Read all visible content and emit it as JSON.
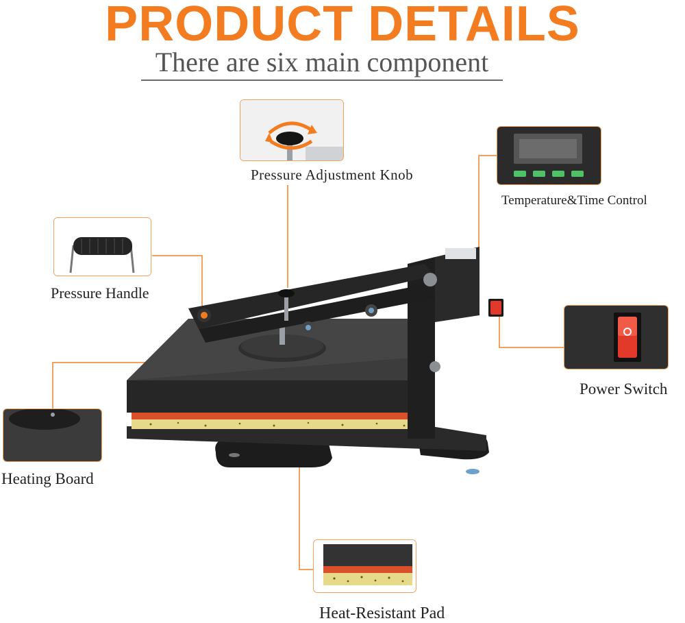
{
  "header": {
    "title": "PRODUCT DETAILS",
    "subtitle": "There are six main component"
  },
  "components": {
    "pressure_adjustment_knob": "Pressure Adjustment Knob",
    "temperature_time_control": "Temperature&Time Control",
    "pressure_handle": "Pressure Handle",
    "power_switch": "Power Switch",
    "heating_board": "Heating Board",
    "heat_resistant_pad": "Heat-Resistant Pad"
  },
  "colors": {
    "accent": "#f47c20",
    "leader_line": "#f4a15c",
    "machine_body": "#2b2b2b",
    "pad_red": "#d9502a",
    "pad_yellow": "#e6d98a"
  }
}
